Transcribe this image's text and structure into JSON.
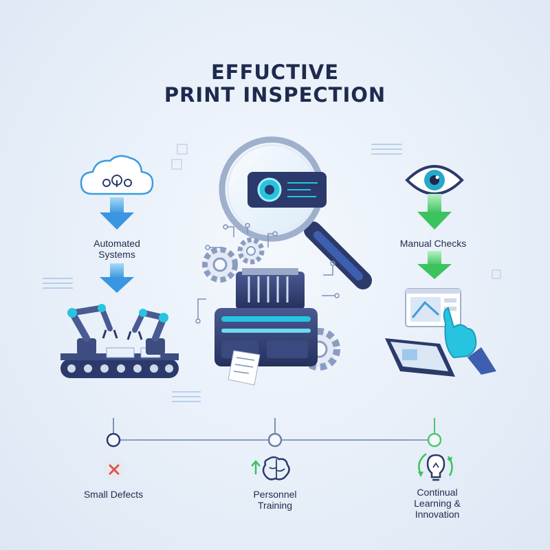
{
  "title": {
    "line1": "EFFUCTIVE",
    "line2": "PRINT INSPECTION"
  },
  "left": {
    "label_line1": "Automated",
    "label_line2": "Systems"
  },
  "right": {
    "label": "Manual Checks"
  },
  "timeline": [
    {
      "label_lines": [
        "Small Defects"
      ],
      "icon": "x-icon",
      "color": "#5a6b8a"
    },
    {
      "label_lines": [
        "Personnel",
        "Training"
      ],
      "icon": "brain-icon",
      "color": "#5a6b8a"
    },
    {
      "label_lines": [
        "Continual",
        "Learning &",
        "Innovation"
      ],
      "icon": "lightbulb-icon",
      "color": "#3fbf73"
    }
  ],
  "colors": {
    "accent_blue": "#3b9be0",
    "accent_green": "#4cc86a",
    "navy": "#2b3a6b",
    "cyan": "#27c4e0",
    "red": "#e0534a"
  }
}
